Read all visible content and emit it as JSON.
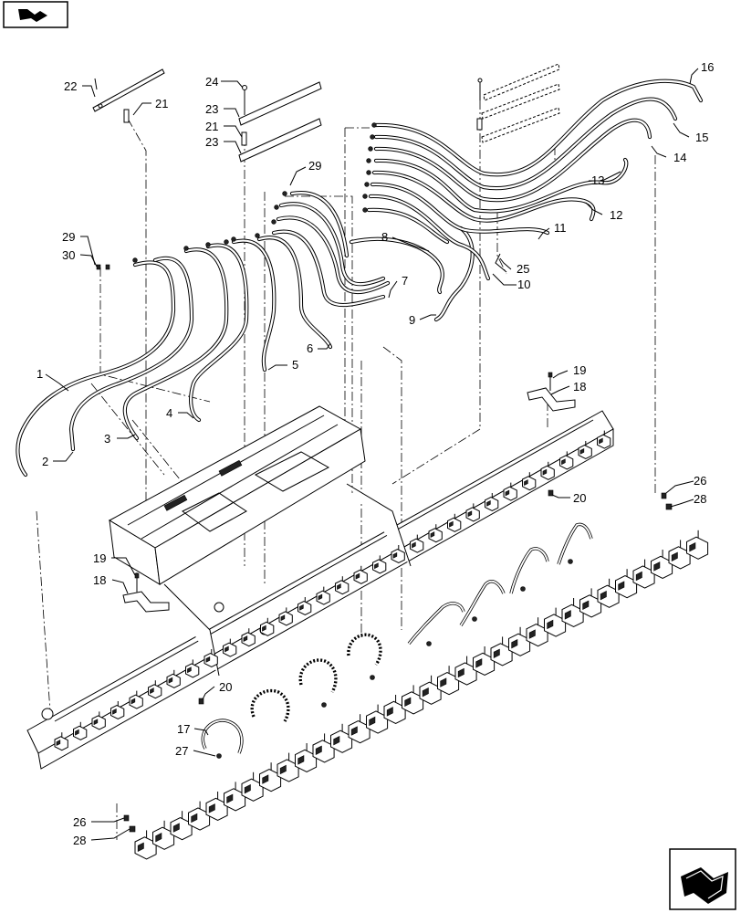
{
  "callouts": [
    {
      "id": "c1",
      "text": "1"
    },
    {
      "id": "c2",
      "text": "2"
    },
    {
      "id": "c3",
      "text": "3"
    },
    {
      "id": "c4",
      "text": "4"
    },
    {
      "id": "c5",
      "text": "5"
    },
    {
      "id": "c6",
      "text": "6"
    },
    {
      "id": "c7",
      "text": "7"
    },
    {
      "id": "c8",
      "text": "8"
    },
    {
      "id": "c9",
      "text": "9"
    },
    {
      "id": "c10",
      "text": "10"
    },
    {
      "id": "c11",
      "text": "11"
    },
    {
      "id": "c12",
      "text": "12"
    },
    {
      "id": "c13",
      "text": "13"
    },
    {
      "id": "c14",
      "text": "14"
    },
    {
      "id": "c15",
      "text": "15"
    },
    {
      "id": "c16",
      "text": "16"
    },
    {
      "id": "c17",
      "text": "17"
    },
    {
      "id": "c18a",
      "text": "18"
    },
    {
      "id": "c18b",
      "text": "18"
    },
    {
      "id": "c19a",
      "text": "19"
    },
    {
      "id": "c19b",
      "text": "19"
    },
    {
      "id": "c20a",
      "text": "20"
    },
    {
      "id": "c20b",
      "text": "20"
    },
    {
      "id": "c21a",
      "text": "21"
    },
    {
      "id": "c21b",
      "text": "21"
    },
    {
      "id": "c22",
      "text": "22"
    },
    {
      "id": "c23a",
      "text": "23"
    },
    {
      "id": "c23b",
      "text": "23"
    },
    {
      "id": "c24",
      "text": "24"
    },
    {
      "id": "c25",
      "text": "25"
    },
    {
      "id": "c26a",
      "text": "26"
    },
    {
      "id": "c26b",
      "text": "26"
    },
    {
      "id": "c27",
      "text": "27"
    },
    {
      "id": "c28a",
      "text": "28"
    },
    {
      "id": "c28b",
      "text": "28"
    },
    {
      "id": "c29a",
      "text": "29"
    },
    {
      "id": "c29b",
      "text": "29"
    },
    {
      "id": "c30",
      "text": "30"
    }
  ],
  "icons": {
    "top_left": "previous-page-icon",
    "bottom_right": "next-page-icon"
  },
  "colors": {
    "line": "#000000",
    "background": "#ffffff"
  }
}
